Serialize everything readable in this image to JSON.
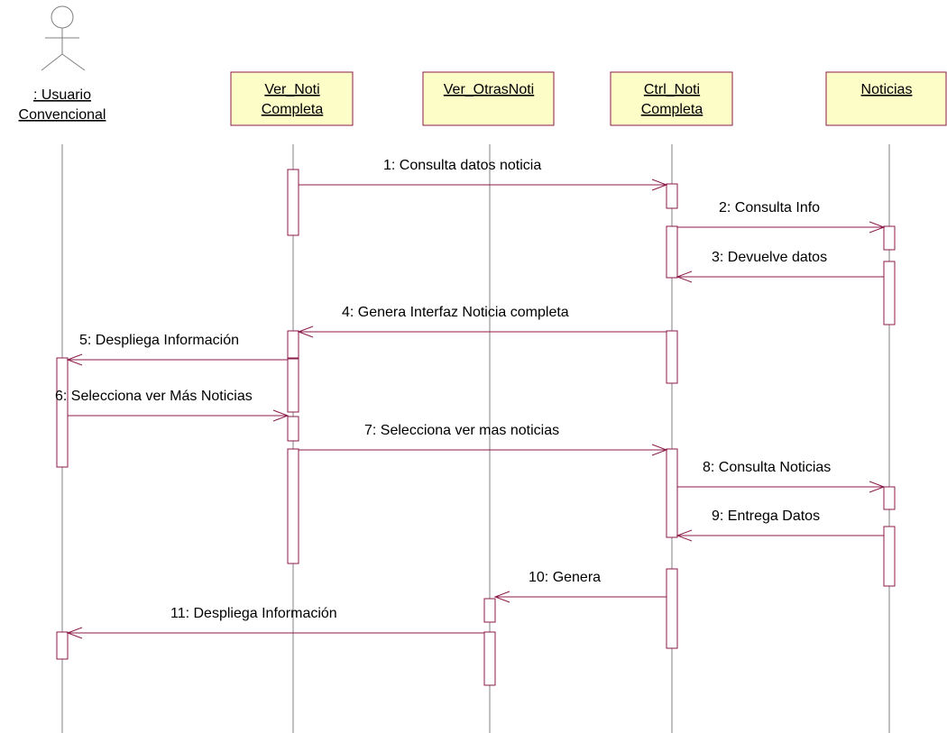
{
  "colors": {
    "line": "#8b1a48",
    "box_fill": "#fdfdc8",
    "box_border": "#8b1a48",
    "lifeline": "#808080",
    "actor": "#808080"
  },
  "actor": {
    "icon": "stick-figure-icon",
    "label_lines": [
      ": Usuario",
      "Convencional"
    ]
  },
  "objects": [
    {
      "id": "ver-noti-completa",
      "label_lines": [
        "Ver_Noti",
        "Completa"
      ]
    },
    {
      "id": "ver-otras-noti",
      "label_lines": [
        "Ver_OtrasNoti"
      ]
    },
    {
      "id": "ctrl-noti-completa",
      "label_lines": [
        "Ctrl_Noti",
        "Completa"
      ]
    },
    {
      "id": "noticias",
      "label_lines": [
        "Noticias"
      ]
    }
  ],
  "messages": [
    {
      "num": "1",
      "text": "1:  Consulta datos noticia"
    },
    {
      "num": "2",
      "text": "2: Consulta Info"
    },
    {
      "num": "3",
      "text": "3:  Devuelve datos"
    },
    {
      "num": "4",
      "text": "4:  Genera Interfaz Noticia completa"
    },
    {
      "num": "5",
      "text": "5:  Despliega Información"
    },
    {
      "num": "6",
      "text": "6:  Selecciona ver Más Noticias"
    },
    {
      "num": "7",
      "text": "7: Selecciona ver mas noticias"
    },
    {
      "num": "8",
      "text": "8:  Consulta Noticias"
    },
    {
      "num": "9",
      "text": "9:  Entrega Datos"
    },
    {
      "num": "10",
      "text": "10:  Genera"
    },
    {
      "num": "11",
      "text": "11:  Despliega Información"
    }
  ]
}
